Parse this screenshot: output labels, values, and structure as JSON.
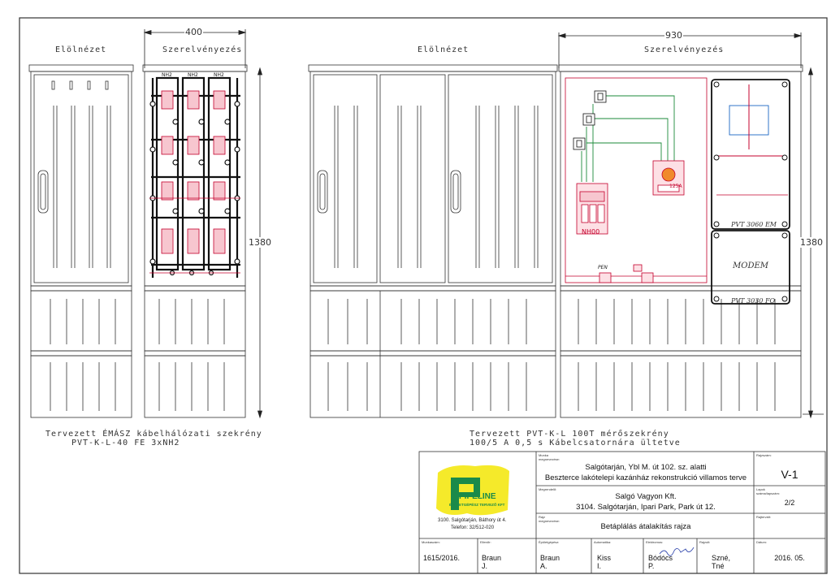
{
  "views": {
    "left_front": "Elölnézet",
    "left_wiring": "Szerelvényezés",
    "right_front": "Elölnézet",
    "right_wiring": "Szerelvényezés"
  },
  "dimensions": {
    "left_width": "400",
    "left_height": "1380",
    "right_width": "930",
    "right_height": "1380"
  },
  "left_cabinet": {
    "fuse_labels": [
      "NH2",
      "NH2",
      "NH2"
    ],
    "caption_line1": "Tervezett ÉMÁSZ kábelhálózati szekrény",
    "caption_line2": "PVT-K-L-40 FE 3xNH2"
  },
  "right_cabinet": {
    "switch_label": "NH00",
    "breaker_label": "125A",
    "pen_label": "PEN",
    "meter_box_label": "PVT 3060 EM",
    "modem_label": "MODEM",
    "lower_box_label": "PVT 3030 FO",
    "caption_line1": "Tervezett PVT-K-L 100T mérőszekrény",
    "caption_line2": "100/5 A 0,5 s Kábelcsatornára ültetve"
  },
  "logo": {
    "name": "PIPELINE",
    "subtitle": "ÉPÜLETGÉPÉSZ TERVEZŐ KFT",
    "address": "3100. Salgótarján, Báthory út 4.",
    "phone": "Telefon: 32/512-020"
  },
  "title_block": {
    "h_project": "Munka megnevezése:",
    "project_line1": "Salgótarján, Ybl M. út 102. sz. alatti",
    "project_line2": "Beszterce lakótelepi kazánház rekonstrukció villamos terve",
    "h_client": "Megrendelő:",
    "client_line1": "Salgó Vagyon Kft.",
    "client_line2": "3104. Salgótarján, Ipari Park, Park út 12.",
    "h_drawing": "Rajz megnevezése:",
    "drawing_title": "Betáplálás átalakítás rajza",
    "h_sheet_no": "Rajzszám:",
    "sheet_no": "V-1",
    "h_sheet_count": "Lapok száma/lapszám:",
    "sheet_count": "2/2",
    "h_register": "Rajtervált:",
    "h_date": "Dátum:",
    "date": "2016. 05.",
    "h_job_no": "Munkaszám:",
    "job_no": "1615/2016.",
    "h_checker": "Ellenőr:",
    "checker": "Braun J.",
    "h_building": "Épületgépész:",
    "building": "Braun A.",
    "h_automation": "Automatika:",
    "automation": "Kiss I.",
    "h_electric": "Elektromos:",
    "electric": "Bódócs P.",
    "h_drafter": "Rajzolt:",
    "drafter": "Szné, Tné"
  }
}
